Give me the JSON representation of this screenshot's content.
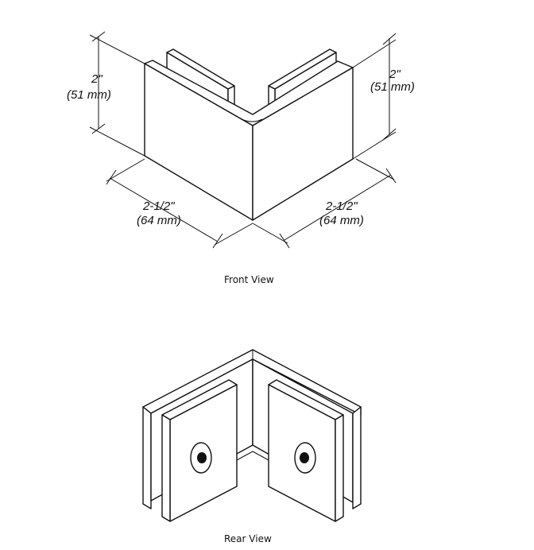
{
  "front_view": {
    "caption": "Front View",
    "height_left": {
      "imperial": "2\"",
      "metric": "(51 mm)"
    },
    "height_right": {
      "imperial": "2\"",
      "metric": "(51 mm)"
    },
    "width_left": {
      "imperial": "2-1/2\"",
      "metric": "(64 mm)"
    },
    "width_right": {
      "imperial": "2-1/2\"",
      "metric": "(64 mm)"
    }
  },
  "rear_view": {
    "caption": "Rear View"
  }
}
